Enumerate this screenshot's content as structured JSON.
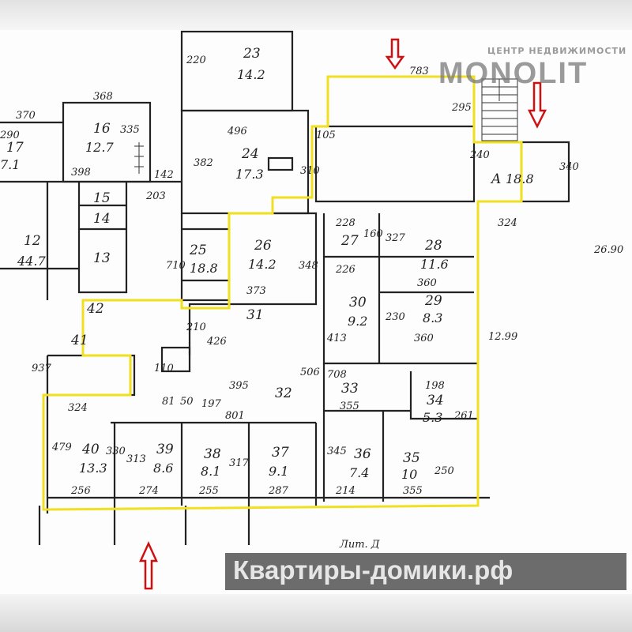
{
  "plan": {
    "rooms": [
      {
        "num": "16",
        "area": "12.7"
      },
      {
        "num": "17",
        "area": "7.1"
      },
      {
        "num": "23",
        "area": "14.2"
      },
      {
        "num": "24",
        "area": "17.3"
      },
      {
        "num": "12",
        "area": "44.7"
      },
      {
        "num": "13",
        "area": ""
      },
      {
        "num": "14",
        "area": ""
      },
      {
        "num": "15",
        "area": ""
      },
      {
        "num": "25",
        "area": "18.8"
      },
      {
        "num": "26",
        "area": "14.2"
      },
      {
        "num": "27",
        "area": ""
      },
      {
        "num": "28",
        "area": "11.6"
      },
      {
        "num": "29",
        "area": "8.3"
      },
      {
        "num": "30",
        "area": "9.2"
      },
      {
        "num": "31",
        "area": ""
      },
      {
        "num": "32",
        "area": ""
      },
      {
        "num": "33",
        "area": ""
      },
      {
        "num": "34",
        "area": "5.3"
      },
      {
        "num": "35",
        "area": "10"
      },
      {
        "num": "36",
        "area": "7.4"
      },
      {
        "num": "37",
        "area": "9.1"
      },
      {
        "num": "38",
        "area": "8.1"
      },
      {
        "num": "39",
        "area": "8.6"
      },
      {
        "num": "40",
        "area": "13.3"
      },
      {
        "num": "41",
        "area": ""
      },
      {
        "num": "42",
        "area": ""
      },
      {
        "num": "A",
        "area": "18.8"
      }
    ],
    "dims": [
      "368",
      "370",
      "290",
      "496",
      "382",
      "335",
      "398",
      "203",
      "142",
      "105",
      "310",
      "240",
      "295",
      "324",
      "26.90",
      "12.99",
      "228",
      "160",
      "327",
      "226",
      "360",
      "413",
      "230",
      "360",
      "373",
      "348",
      "426",
      "395",
      "506",
      "801",
      "197",
      "324",
      "479",
      "330",
      "256",
      "313",
      "274",
      "255",
      "317",
      "287",
      "345",
      "214",
      "355",
      "250",
      "708",
      "355",
      "198",
      "261",
      "210",
      "110",
      "81",
      "50",
      "710",
      "937",
      "220",
      "783",
      "340"
    ],
    "handwritten_note": "Лит. Д"
  },
  "logo": {
    "subtitle": "ЦЕНТР НЕДВИЖИМОСТИ",
    "name": "MONOLIT"
  },
  "banner": {
    "text": "Квартиры-домики.рф"
  },
  "colors": {
    "outline": "#f0e020",
    "arrow": "#d01010",
    "banner": "#5f5f5f",
    "house": "#8cc63f"
  }
}
